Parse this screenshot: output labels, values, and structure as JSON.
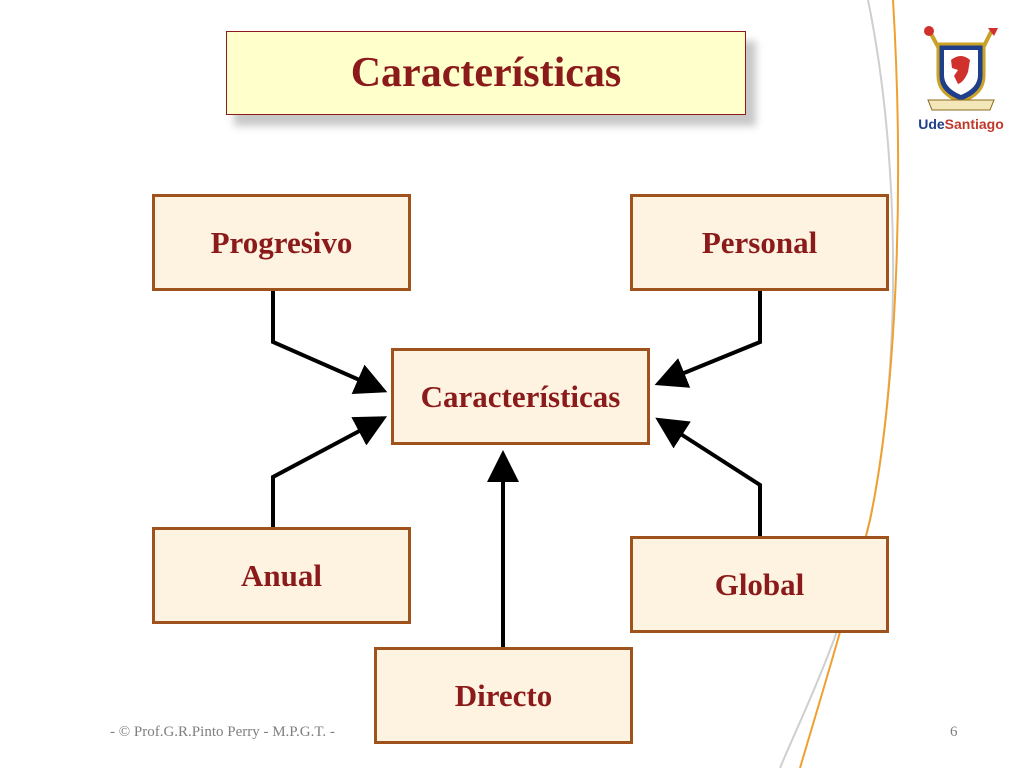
{
  "title": "Características",
  "nodes": {
    "progresivo": "Progresivo",
    "personal": "Personal",
    "center": "Características",
    "anual": "Anual",
    "global": "Global",
    "directo": "Directo"
  },
  "footer": "- © Prof.G.R.Pinto Perry - M.P.G.T. -",
  "page_number": "6",
  "logo": {
    "prefix": "Ude",
    "suffix": "Santiago"
  },
  "colors": {
    "title_text": "#8b1a1a",
    "title_bg": "#ffffcc",
    "node_border": "#a0521c",
    "node_bg": "#fdf3e0",
    "accent_line": "#f0a030"
  }
}
